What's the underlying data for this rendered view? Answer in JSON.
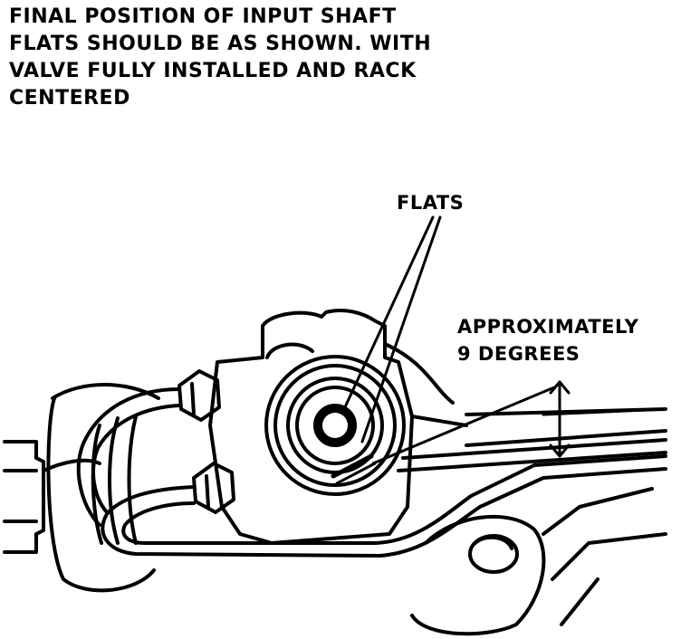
{
  "caption": "FINAL POSITION OF INPUT SHAFT\nFLATS SHOULD BE AS SHOWN. WITH\nVALVE FULLY INSTALLED AND RACK\nCENTERED",
  "labels": {
    "flats": "FLATS",
    "angle": "APPROXIMATELY\n9 DEGREES"
  },
  "colors": {
    "ink": "#000000",
    "paper": "#ffffff"
  }
}
